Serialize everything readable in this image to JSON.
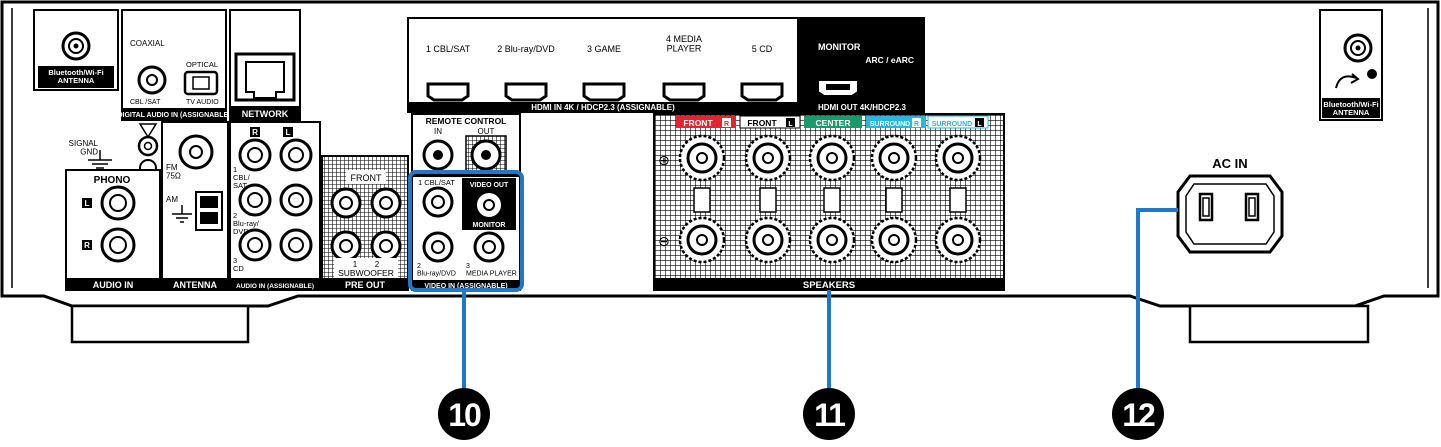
{
  "labels": {
    "bt_left": "Bluetooth/Wi-Fi\nANTENNA",
    "bt_right": "Bluetooth/Wi-Fi\nANTENNA",
    "coaxial": "COAXIAL",
    "optical": "OPTICAL",
    "cbl_sat": "CBL /SAT",
    "tv_audio": "TV AUDIO",
    "digital_audio_in": "DIGITAL AUDIO IN (ASSIGNABLE)",
    "network": "NETWORK",
    "signal_gnd": "SIGNAL\nGND",
    "fm": "FM\n75Ω",
    "am": "AM",
    "antenna": "ANTENNA",
    "phono": "PHONO",
    "audio_in": "AUDIO IN",
    "audio_in_assignable": "AUDIO IN (ASSIGNABLE)",
    "ain_1": "1\nCBL/\nSAT",
    "ain_2": "2\nBlu-ray/\nDVD",
    "ain_3": "3\nCD",
    "r": "R",
    "l": "L",
    "front": "FRONT",
    "subwoofer": "SUBWOOFER",
    "sub_1": "1",
    "sub_2": "2",
    "pre_out": "PRE OUT",
    "remote_control": "REMOTE CONTROL",
    "rc_in": "IN",
    "rc_out": "OUT",
    "vin_1": "1 CBL/SAT",
    "video_out": "VIDEO OUT",
    "monitor_small": "MONITOR",
    "vin_2": "2\nBlu-ray/DVD",
    "vin_3": "3\nMEDIA PLAYER",
    "video_in": "VIDEO IN (ASSIGNABLE)",
    "hdmi_1": "1 CBL/SAT",
    "hdmi_2": "2 Blu-ray/DVD",
    "hdmi_3": "3 GAME",
    "hdmi_4": "4 MEDIA\nPLAYER",
    "hdmi_5": "5 CD",
    "hdmi_in": "HDMI IN  4K / HDCP2.3 (ASSIGNABLE)",
    "monitor": "MONITOR",
    "arc": "ARC / eARC",
    "hdmi_out": "HDMI OUT 4K/HDCP2.3",
    "sp_front_r": "FRONT",
    "sp_front_l": "FRONT",
    "sp_center": "CENTER",
    "sp_surround_r": "SURROUND",
    "sp_surround_l": "SURROUND",
    "sp_badge_r": "R",
    "sp_badge_l": "L",
    "plus": "⊕",
    "minus": "⊖",
    "speakers": "SPEAKERS",
    "ac_in": "AC IN"
  },
  "callouts": [
    "10",
    "11",
    "12"
  ],
  "colors": {
    "highlight": "#1f78c8",
    "front_r": "#e0262c",
    "center": "#1a9a6c",
    "surround": "#29b6d8"
  }
}
